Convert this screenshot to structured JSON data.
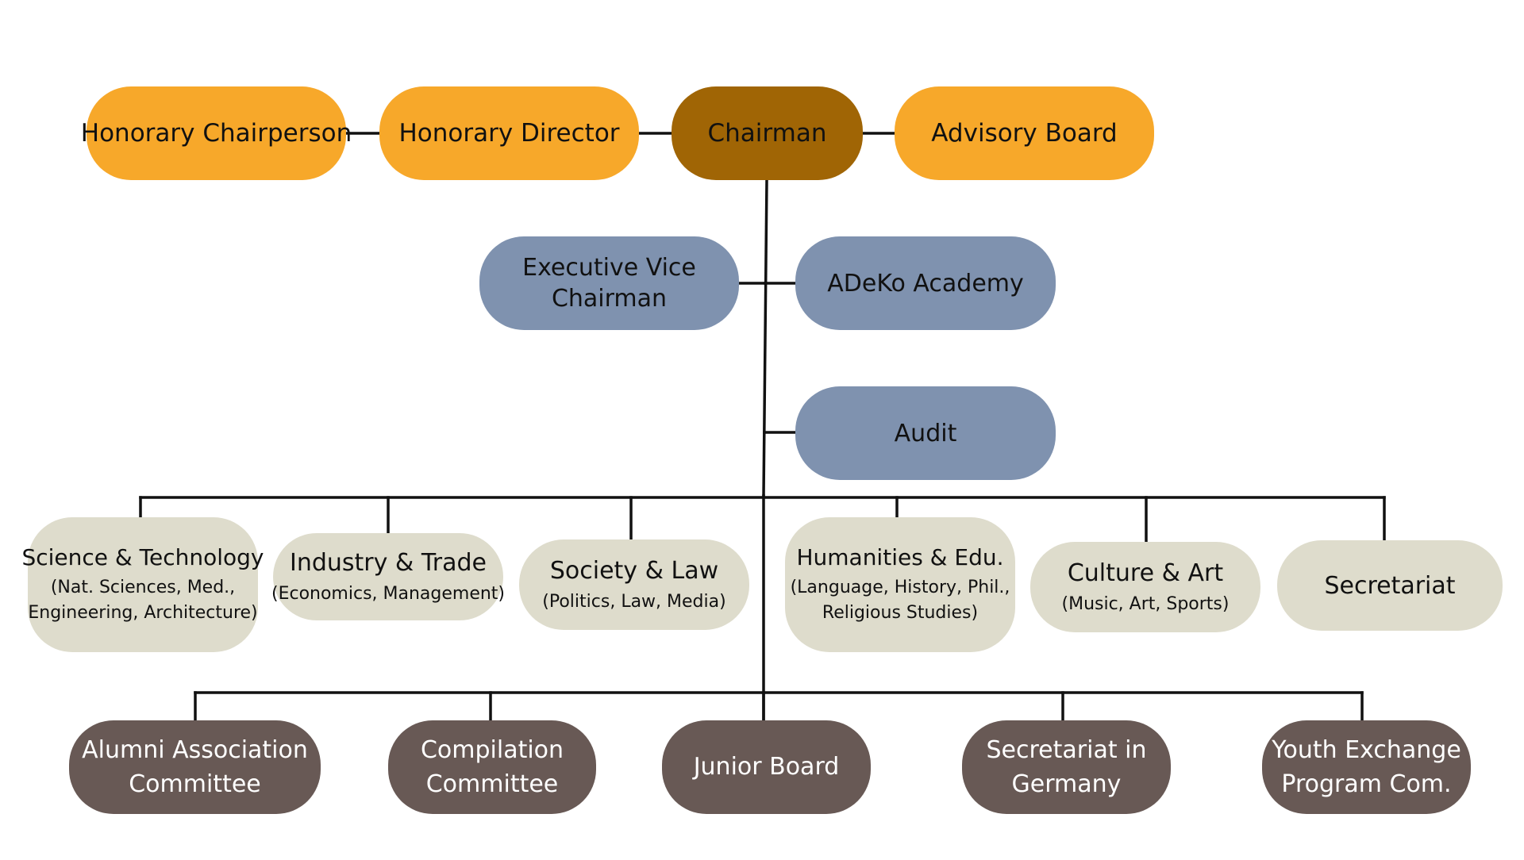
{
  "colors": {
    "gold": "#F7A82A",
    "brown": "#A06505",
    "slate": "#7F92AF",
    "beige": "#DEDCCC",
    "taupe": "#685955",
    "line": "#111111",
    "dark_text": "#111111",
    "light_text": "#FFFFFF"
  },
  "top_row": {
    "honorary_chairperson": "Honorary Chairperson",
    "honorary_director": "Honorary Director",
    "chairman": "Chairman",
    "advisory_board": "Advisory Board"
  },
  "executive": {
    "executive_vice_chairman": "Executive Vice\nChairman",
    "adeko_academy": "ADeKo Academy",
    "audit": "Audit"
  },
  "departments": [
    {
      "name": "Science & Technology",
      "detail": "(Nat. Sciences,  Med.,\nEngineering, Architecture)"
    },
    {
      "name": "Industry & Trade",
      "detail": "(Economics, Management)"
    },
    {
      "name": "Society & Law",
      "detail": "(Politics, Law, Media)"
    },
    {
      "name": "Humanities & Edu.",
      "detail": "(Language, History, Phil.,\nReligious Studies)"
    },
    {
      "name": "Culture & Art",
      "detail": "(Music, Art, Sports)"
    },
    {
      "name": "Secretariat",
      "detail": ""
    }
  ],
  "committees": [
    "Alumni Association\nCommittee",
    "Compilation\nCommittee",
    "Junior Board",
    "Secretariat in\nGermany",
    "Youth Exchange\nProgram Com."
  ]
}
